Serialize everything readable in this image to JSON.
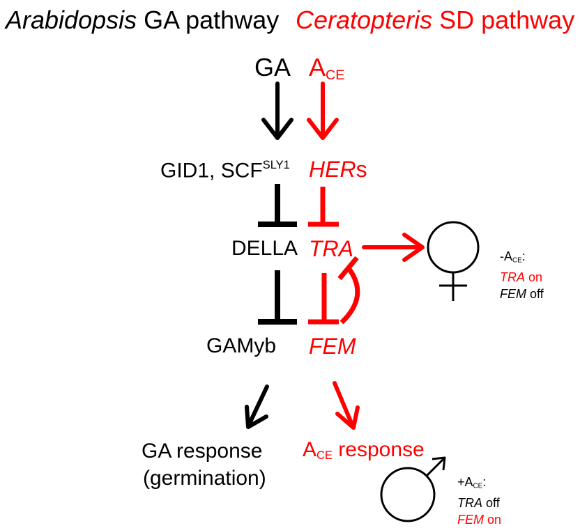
{
  "colors": {
    "ga_pathway": "#000000",
    "sd_pathway": "#ff0000"
  },
  "header": {
    "left_italic": "Arabidopsis",
    "left_rest": " GA pathway",
    "right_italic": "Ceratopteris",
    "right_rest": " SD pathway"
  },
  "ga_pathway": {
    "hormone": "GA",
    "receptor_main": "GID1, SCF",
    "receptor_sup": "SLY1",
    "repressor": "DELLA",
    "activator": "GAMyb",
    "response_line1": "GA response",
    "response_line2": "(germination)"
  },
  "sd_pathway": {
    "hormone_main": "A",
    "hormone_sub": "CE",
    "receptor_italic": "HER",
    "receptor_suffix": "s",
    "gene_tra": "TRA",
    "gene_fem": "FEM",
    "response_main": "A",
    "response_sub": "CE",
    "response_rest": " response"
  },
  "female_note": {
    "label_prefix": "-A",
    "label_sub": "CE",
    "label_colon": ":",
    "line2_gene": "TRA",
    "line2_state": " on",
    "line3_gene": "FEM",
    "line3_state": " off",
    "symbol": "female-symbol"
  },
  "male_note": {
    "label_prefix": "+A",
    "label_sub": "CE",
    "label_colon": ":",
    "line2_gene": "TRA",
    "line2_state": " off",
    "line3_gene": "FEM",
    "line3_state": " on",
    "symbol": "male-symbol"
  }
}
